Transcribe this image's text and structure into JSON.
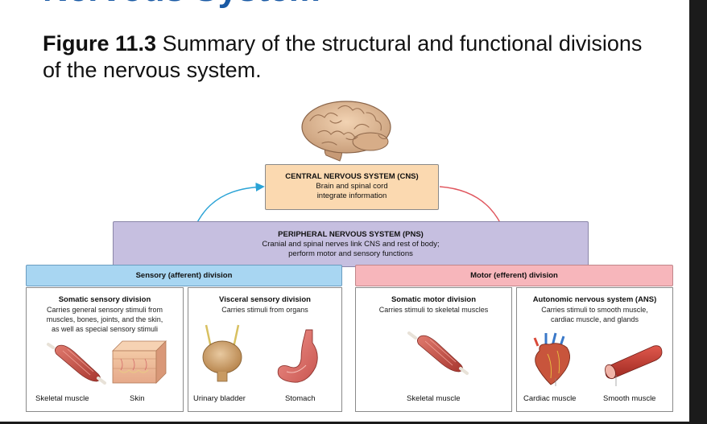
{
  "header": {
    "heading_partial": "Nervous System",
    "figure_label": "Figure 11.3",
    "caption": "Summary of the structural and functional divisions of the nervous system."
  },
  "cns": {
    "title": "CENTRAL NERVOUS SYSTEM (CNS)",
    "line1": "Brain and spinal cord",
    "line2": "integrate information"
  },
  "pns": {
    "title": "PERIPHERAL NERVOUS SYSTEM (PNS)",
    "line1": "Cranial and spinal nerves link CNS and rest of body;",
    "line2": "perform motor and sensory functions"
  },
  "sensory_bar": {
    "label": "Sensory (afferent) division"
  },
  "motor_bar": {
    "label": "Motor (efferent) division"
  },
  "panels": {
    "somatic_sensory": {
      "title": "Somatic sensory division",
      "desc1": "Carries general sensory stimuli from",
      "desc2": "muscles, bones, joints, and the skin,",
      "desc3": "as well as special sensory stimuli",
      "label_a": "Skeletal muscle",
      "label_b": "Skin"
    },
    "visceral_sensory": {
      "title": "Visceral sensory division",
      "desc1": "Carries stimuli from organs",
      "label_a": "Urinary bladder",
      "label_b": "Stomach"
    },
    "somatic_motor": {
      "title": "Somatic motor division",
      "desc1": "Carries stimuli to skeletal muscles",
      "label_a": "Skeletal muscle"
    },
    "autonomic": {
      "title": "Autonomic nervous system (ANS)",
      "desc1": "Carries stimuli to smooth muscle,",
      "desc2": "cardiac muscle, and glands",
      "label_a": "Cardiac muscle",
      "label_b": "Smooth muscle"
    }
  },
  "colors": {
    "cns_fill": "#fbd9b0",
    "pns_fill": "#c6bfe0",
    "sensory_fill": "#a8d6f2",
    "motor_fill": "#f7b6bb",
    "sensory_arrow": "#2aa3d6",
    "motor_arrow": "#e0565e"
  }
}
